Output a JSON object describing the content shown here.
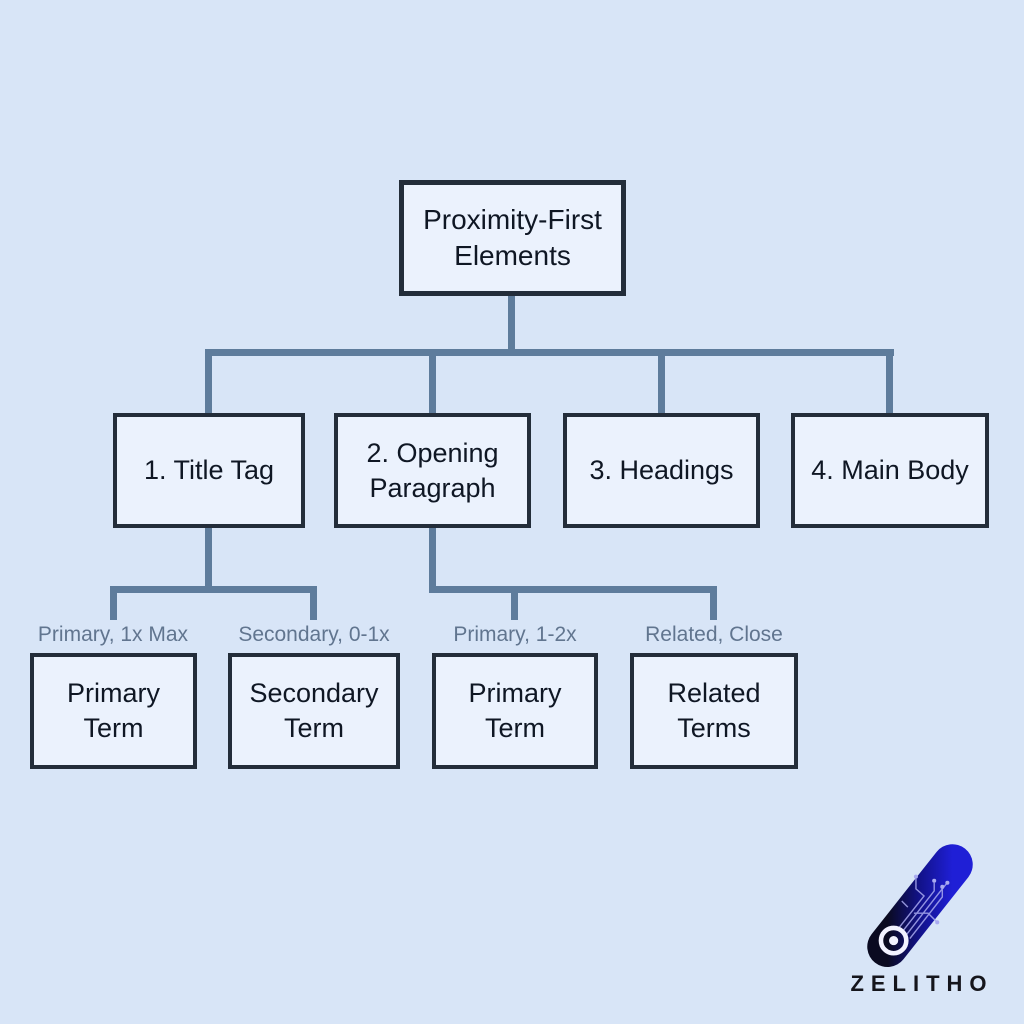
{
  "diagram": {
    "root": {
      "label": "Proximity-First Elements"
    },
    "level2": [
      {
        "label": "1. Title Tag"
      },
      {
        "label": "2. Opening Paragraph"
      },
      {
        "label": "3. Headings"
      },
      {
        "label": "4. Main Body"
      }
    ],
    "level3": [
      {
        "edge_label": "Primary, 1x Max",
        "label": "Primary Term",
        "parent": "1. Title Tag"
      },
      {
        "edge_label": "Secondary, 0-1x",
        "label": "Secondary Term",
        "parent": "1. Title Tag"
      },
      {
        "edge_label": "Primary, 1-2x",
        "label": "Primary Term",
        "parent": "2. Opening Paragraph"
      },
      {
        "edge_label": "Related, Close",
        "label": "Related Terms",
        "parent": "2. Opening Paragraph"
      }
    ]
  },
  "branding": {
    "wordmark": "ZELITHO",
    "logo_icon": "zelitho-z-circuit-logo"
  },
  "colors": {
    "background": "#d8e5f7",
    "node_fill": "#ebf2fd",
    "node_border": "#232d3a",
    "node_text": "#0f1724",
    "connector": "#5e7c9c",
    "edge_label_text": "#61758f",
    "logo_gradient_dark": "#0a0a20",
    "logo_gradient_blue": "#1f1fd6",
    "wordmark_text": "#15151c"
  }
}
